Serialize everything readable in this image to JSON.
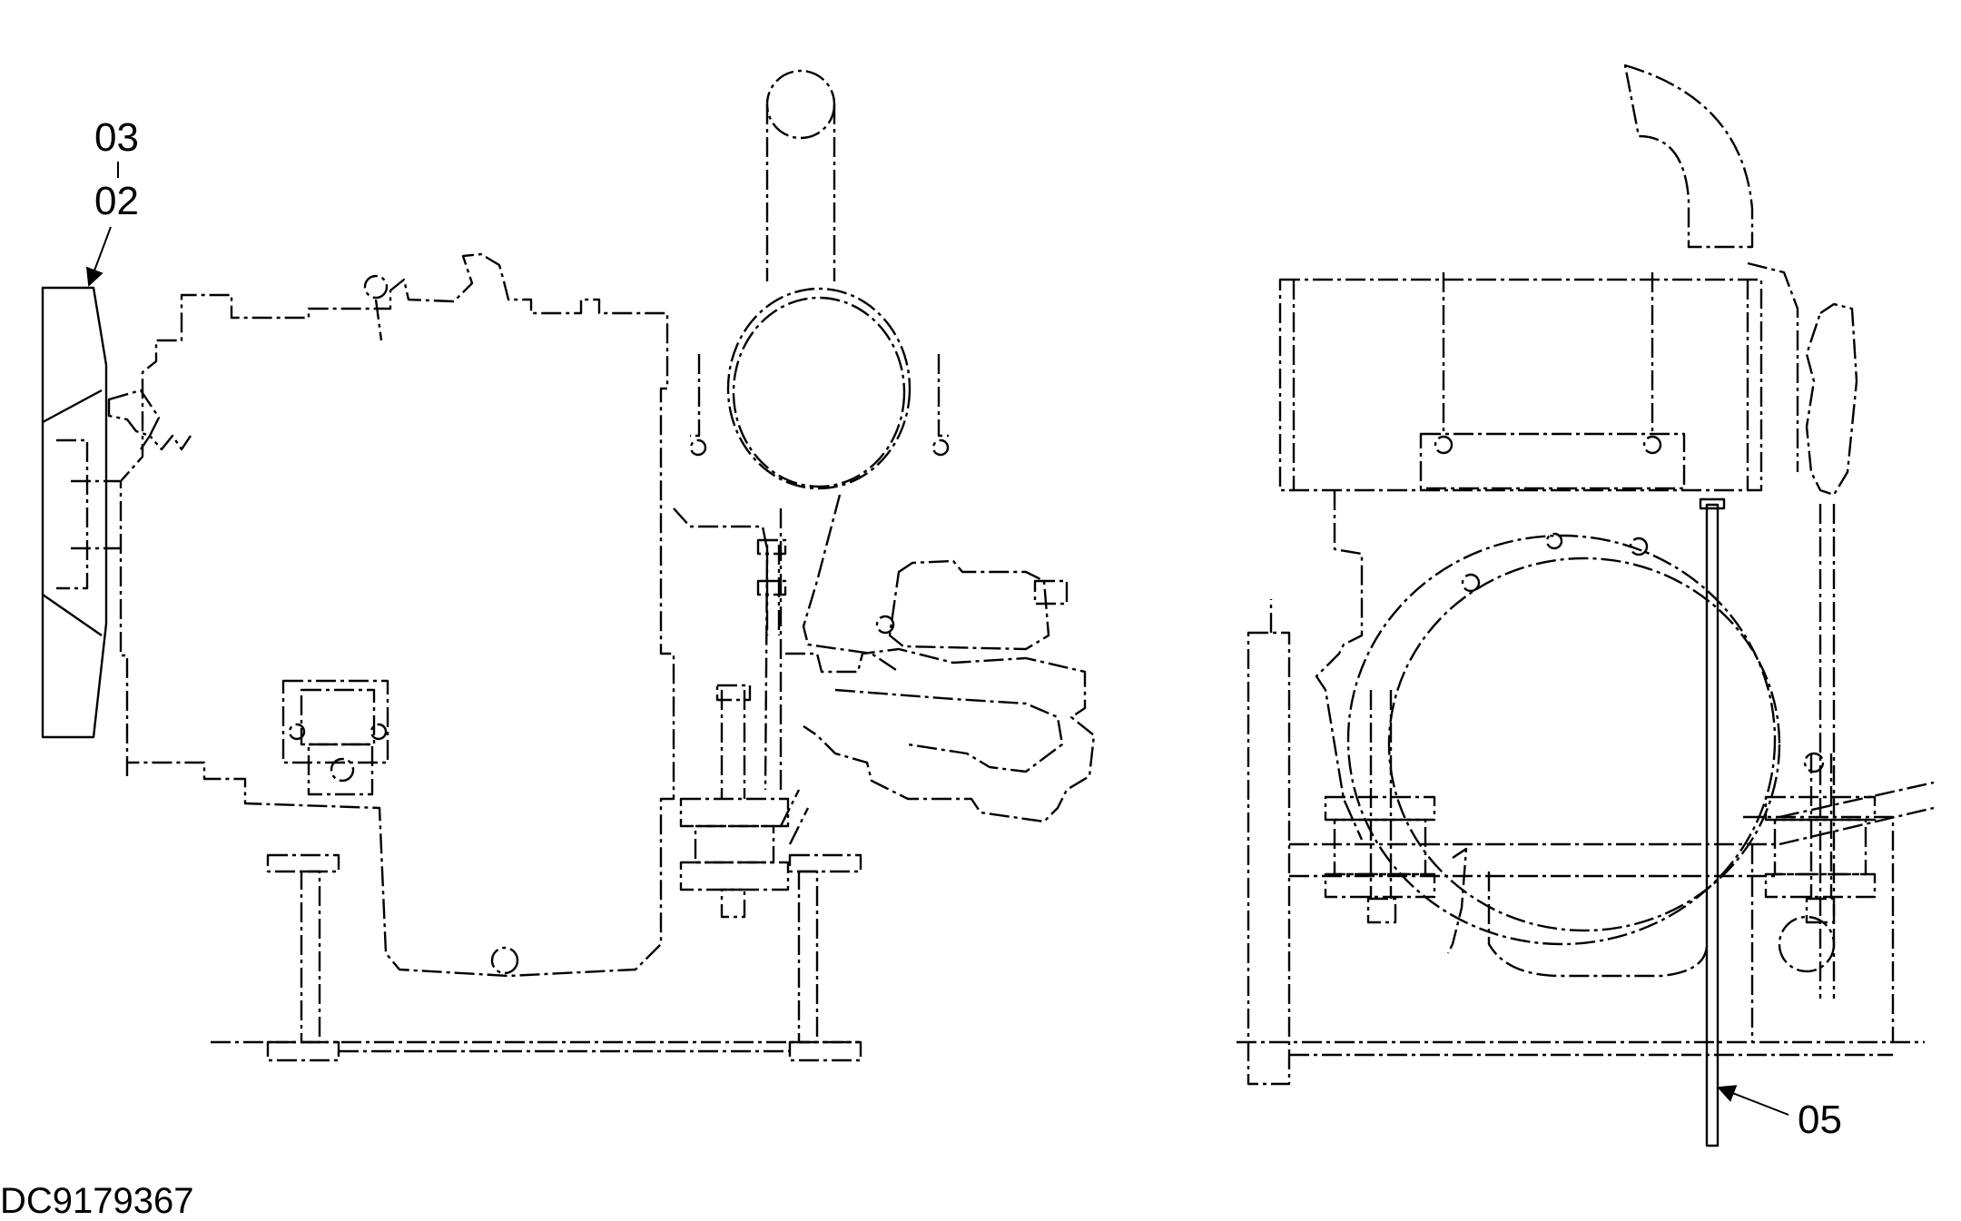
{
  "drawing_number": "DC9179367",
  "callouts": {
    "upper_label": "03",
    "lower_label": "02",
    "right_label": "05"
  },
  "colors": {
    "line": "#000000",
    "background": "#ffffff"
  }
}
